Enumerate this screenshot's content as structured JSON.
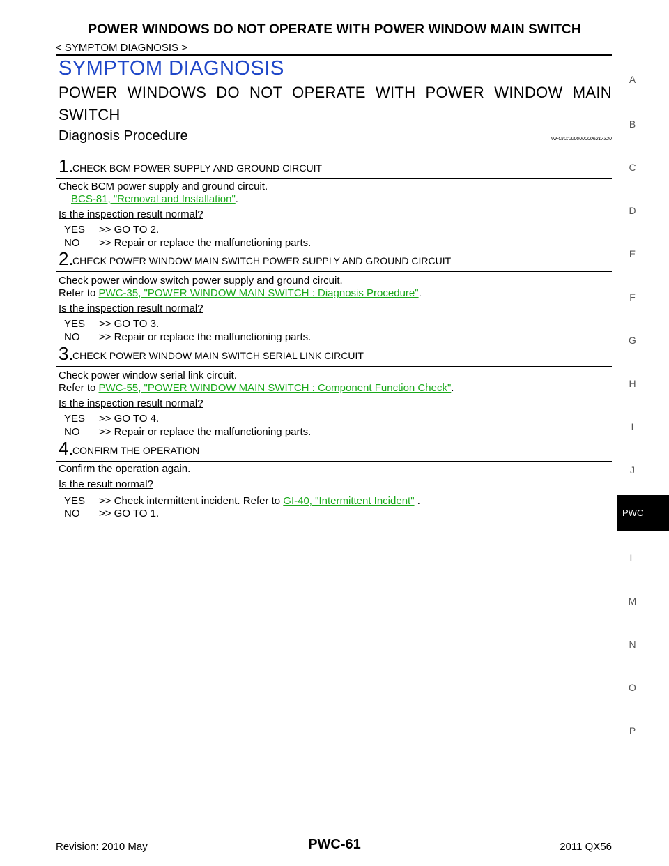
{
  "header": {
    "title": "POWER WINDOWS DO NOT OPERATE WITH POWER WINDOW MAIN SWITCH",
    "breadcrumb": "< SYMPTOM DIAGNOSIS >"
  },
  "section_title": "SYMPTOM DIAGNOSIS",
  "topic_title": "POWER WINDOWS DO NOT OPERATE WITH POWER WINDOW MAIN SWITCH",
  "sub_title": "Diagnosis Procedure",
  "infoid": "INFOID:0000000006217320",
  "steps": [
    {
      "num": "1.",
      "title": "CHECK BCM POWER SUPPLY AND GROUND CIRCUIT",
      "text1": "Check BCM power supply and ground circuit.",
      "refer_prefix": "",
      "link": "BCS-81, \"Removal and Installation\"",
      "refer_suffix": ".",
      "question": "Is the inspection result normal?",
      "yes_key": "YES",
      "yes": ">> GO TO 2.",
      "no_key": "NO",
      "no": ">> Repair or replace the malfunctioning parts."
    },
    {
      "num": "2.",
      "title": "CHECK POWER WINDOW MAIN SWITCH POWER SUPPLY AND GROUND CIRCUIT",
      "text1": "Check power window switch power supply and ground circuit.",
      "refer_prefix": "Refer to ",
      "link": "PWC-35, \"POWER WINDOW MAIN SWITCH : Diagnosis Procedure\"",
      "refer_suffix": ".",
      "question": "Is the inspection result normal?",
      "yes_key": "YES",
      "yes": ">> GO TO 3.",
      "no_key": "NO",
      "no": ">> Repair or replace the malfunctioning parts."
    },
    {
      "num": "3.",
      "title": "CHECK POWER WINDOW MAIN SWITCH SERIAL LINK CIRCUIT",
      "text1": "Check power window serial link circuit.",
      "refer_prefix": "Refer to ",
      "link": "PWC-55, \"POWER WINDOW MAIN SWITCH : Component Function Check\"",
      "refer_suffix": ".",
      "question": "Is the inspection result normal?",
      "yes_key": "YES",
      "yes": ">> GO TO 4.",
      "no_key": "NO",
      "no": ">> Repair or replace the malfunctioning parts."
    },
    {
      "num": "4.",
      "title": "CONFIRM THE OPERATION",
      "text1": "Confirm the operation again.",
      "question": "Is the result normal?",
      "yes_key": "YES",
      "yes_prefix": ">> Check intermittent incident. Refer to ",
      "yes_link": "GI-40, \"Intermittent Incident\"",
      "yes_suffix": " .",
      "no_key": "NO",
      "no": ">> GO TO 1."
    }
  ],
  "side_tabs": [
    "A",
    "B",
    "C",
    "D",
    "E",
    "F",
    "G",
    "H",
    "I",
    "J",
    "PWC",
    "L",
    "M",
    "N",
    "O",
    "P"
  ],
  "footer": {
    "revision": "Revision: 2010 May",
    "page": "PWC-61",
    "model": "2011 QX56"
  }
}
